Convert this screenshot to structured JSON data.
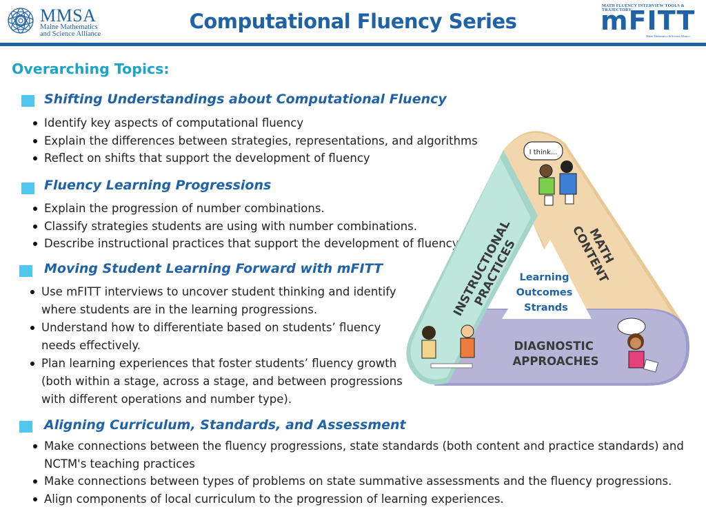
{
  "header": {
    "mmsa_name": "MMSA",
    "mmsa_sub_line1": "Maine Mathematics",
    "mmsa_sub_line2": "and Science Alliance",
    "title": "Computational Fluency Series",
    "mfitt_tagline": "MATH FLUENCY INTERVIEW TOOLS & TRAJECTORY",
    "mfitt_word": "mFITT",
    "mfitt_org": "Maine Mathematics & Science Alliance"
  },
  "section_heading": "Overarching Topics:",
  "topics": [
    {
      "title": "Shifting Understandings about Computational Fluency",
      "bullets": [
        "Identify key aspects of computational fluency",
        "Explain the differences between strategies, representations, and algorithms",
        "Reflect on shifts that support the development of fluency"
      ]
    },
    {
      "title": "Fluency Learning Progressions",
      "bullets": [
        "Explain the progression of number combinations.",
        "Classify strategies students are using with number combinations.",
        "Describe instructional practices that support the development of fluency."
      ]
    },
    {
      "title": "Moving Student Learning Forward with mFITT",
      "bullets": [
        [
          "Use mFITT interviews to uncover student thinking and identify",
          "where students are in the learning progressions."
        ],
        [
          "Understand how to differentiate based on students’ fluency",
          "needs effectively."
        ],
        [
          "Plan learning experiences that foster students’ fluency growth",
          "(both within a stage, across a stage, and between progressions",
          "with different operations and number type)."
        ]
      ]
    },
    {
      "title": "Aligning Curriculum, Standards, and Assessment",
      "bullets": [
        [
          "Make connections between the fluency progressions, state standards (both content and practice standards) and",
          "NCTM's teaching practices"
        ],
        "Make connections between types of problems on state summative assessments and the fluency progressions.",
        "Align components of local curriculum to the progression of learning experiences."
      ]
    }
  ],
  "diagram": {
    "left_strand": [
      "INSTRUCTIONAL",
      "PRACTICES"
    ],
    "right_strand": [
      "MATH",
      "CONTENT"
    ],
    "bottom_strand": [
      "DIAGNOSTIC",
      "APPROACHES"
    ],
    "center": [
      "Learning",
      "Outcomes",
      "Strands"
    ],
    "speech_bubble": "I think..."
  },
  "colors": {
    "brand_blue": "#1f63a6",
    "heading_teal": "#1ea3c8",
    "bullet_square": "#4fc7ee",
    "left_strand": "#bfe6dc",
    "right_strand": "#f2d6ae",
    "bottom_strand": "#b6b5d8"
  }
}
